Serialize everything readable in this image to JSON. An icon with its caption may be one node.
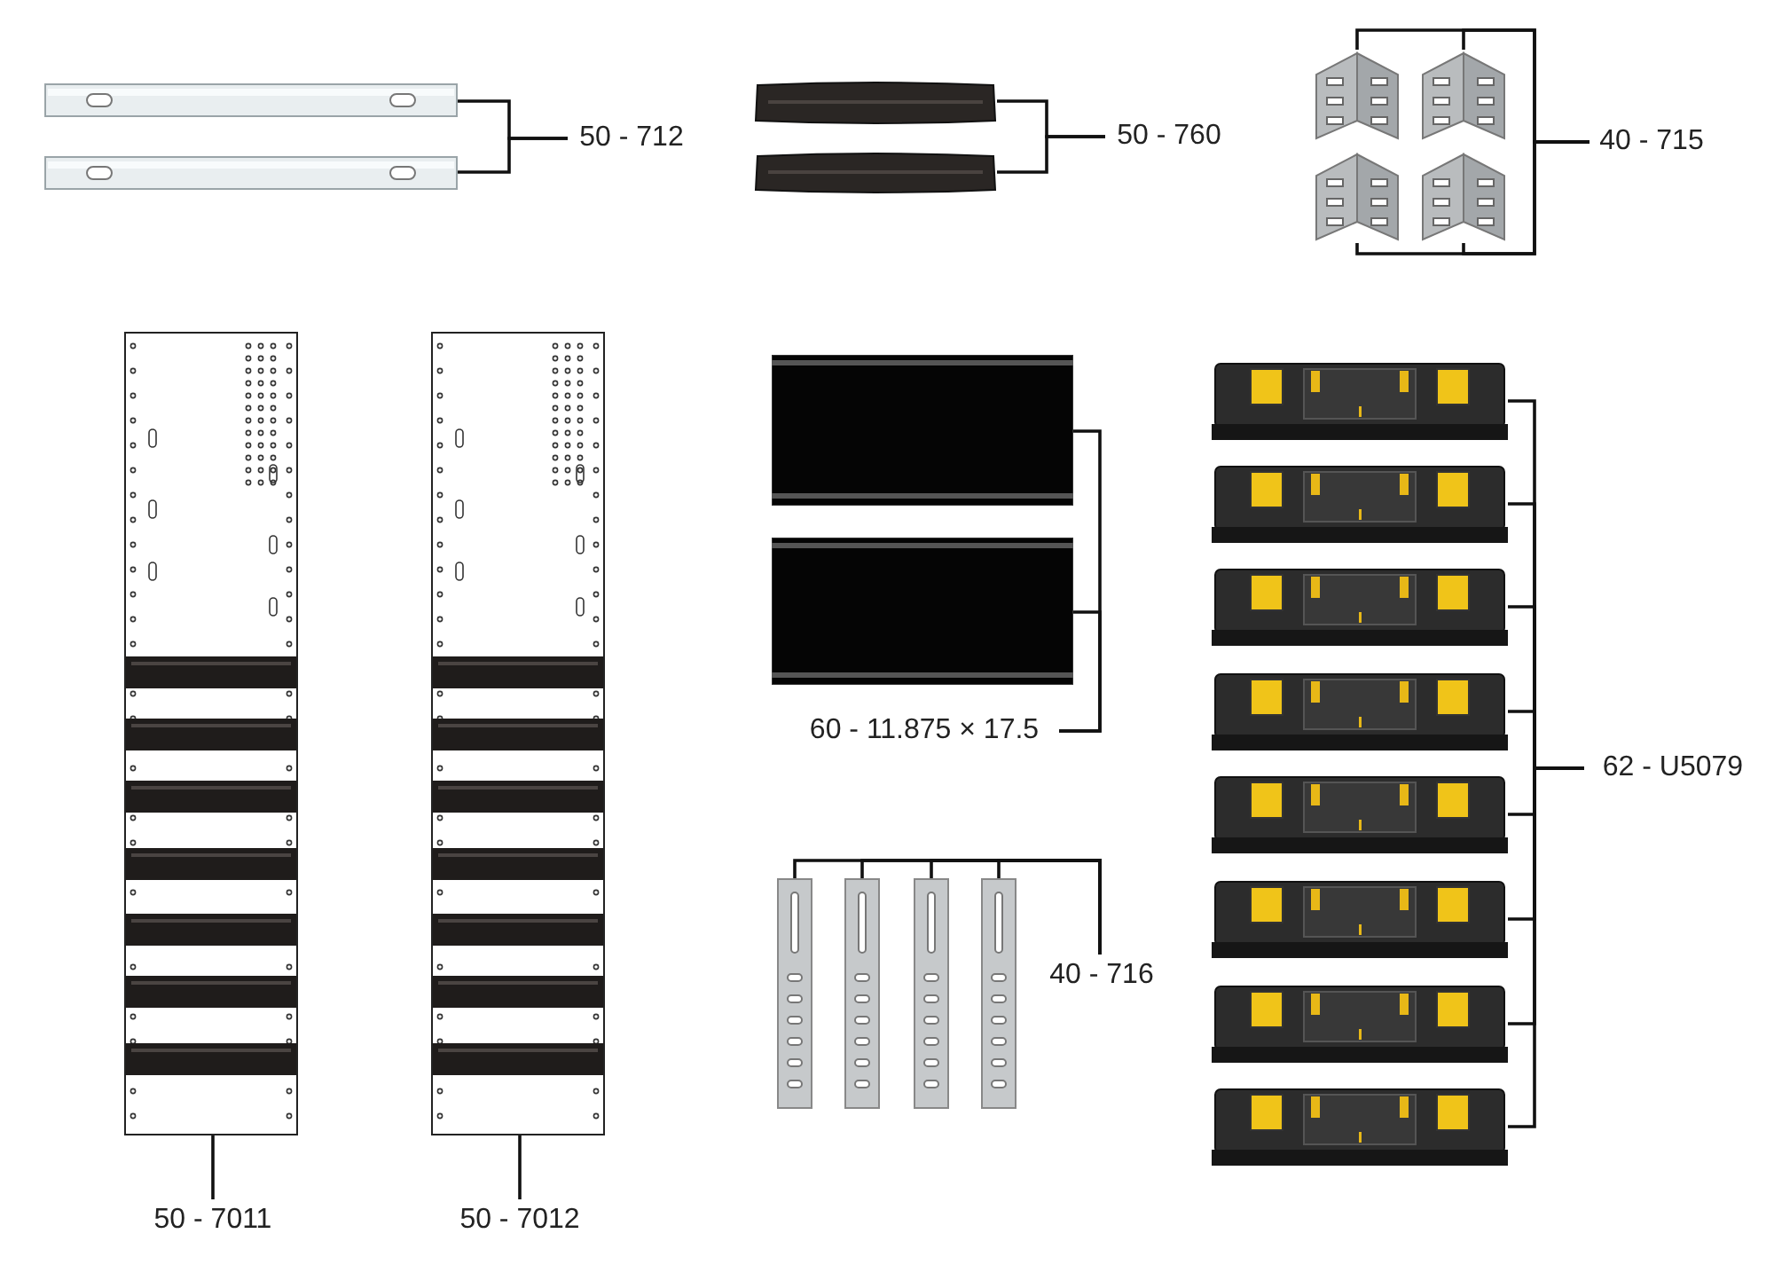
{
  "diagram": {
    "nodes": [
      {
        "text": [
          "50 - 712"
        ]
      },
      {
        "text": [],
        "shape": "bar"
      },
      {
        "text": [],
        "shape": "bar"
      },
      {
        "text": [
          "50 - 760"
        ]
      },
      {
        "text": [],
        "shape": "bar"
      },
      {
        "text": [],
        "shape": "bar"
      },
      {
        "text": [
          "40 - 715"
        ]
      },
      {
        "text": [],
        "shape": "picture"
      },
      {
        "text": [],
        "shape": "picture"
      },
      {
        "text": [],
        "shape": "picture"
      },
      {
        "text": [],
        "shape": "picture"
      },
      {
        "text": [],
        "shape": "picture"
      },
      {
        "text": [],
        "shape": "picture"
      },
      {
        "text": [
          "50 - 7011"
        ]
      },
      {
        "text": [
          "50 - 7012"
        ]
      },
      {
        "text": [],
        "shape": "box"
      },
      {
        "text": [],
        "shape": "box"
      },
      {
        "text": [
          "60 - 11.875 × 17.5"
        ]
      },
      {
        "text": [],
        "shape": "bar"
      },
      {
        "text": [],
        "shape": "bar"
      },
      {
        "text": [],
        "shape": "bar"
      },
      {
        "text": [],
        "shape": "bar"
      },
      {
        "text": [
          "40 - 716"
        ]
      },
      {
        "text": [],
        "shape": "picture"
      },
      {
        "text": [],
        "shape": "picture"
      },
      {
        "text": [],
        "shape": "picture"
      },
      {
        "text": [],
        "shape": "picture"
      },
      {
        "text": [],
        "shape": "picture"
      },
      {
        "text": [],
        "shape": "picture"
      },
      {
        "text": [],
        "shape": "picture"
      },
      {
        "text": [],
        "shape": "picture"
      },
      {
        "text": [
          "62 - U5079"
        ]
      }
    ],
    "edges": [
      {
        "from": 0,
        "to": 1,
        "arrow": "none"
      },
      {
        "from": 0,
        "to": 2,
        "arrow": "none"
      },
      {
        "from": 3,
        "to": 4,
        "arrow": "none"
      },
      {
        "from": 3,
        "to": 5,
        "arrow": "none"
      },
      {
        "from": 6,
        "to": 7,
        "arrow": "none"
      },
      {
        "from": 6,
        "to": 8,
        "arrow": "none"
      },
      {
        "from": 6,
        "to": 9,
        "arrow": "none"
      },
      {
        "from": 6,
        "to": 10,
        "arrow": "none"
      },
      {
        "from": 13,
        "to": 11,
        "arrow": "none"
      },
      {
        "from": 14,
        "to": 12,
        "arrow": "none"
      },
      {
        "from": 17,
        "to": 15,
        "arrow": "none"
      },
      {
        "from": 17,
        "to": 16,
        "arrow": "none"
      },
      {
        "from": 22,
        "to": 18,
        "arrow": "none"
      },
      {
        "from": 22,
        "to": 19,
        "arrow": "none"
      },
      {
        "from": 22,
        "to": 20,
        "arrow": "none"
      },
      {
        "from": 22,
        "to": 21,
        "arrow": "none"
      },
      {
        "from": 31,
        "to": 23,
        "arrow": "none"
      },
      {
        "from": 31,
        "to": 24,
        "arrow": "none"
      },
      {
        "from": 31,
        "to": 25,
        "arrow": "none"
      },
      {
        "from": 31,
        "to": 26,
        "arrow": "none"
      },
      {
        "from": 31,
        "to": 27,
        "arrow": "none"
      },
      {
        "from": 31,
        "to": 28,
        "arrow": "none"
      },
      {
        "from": 31,
        "to": 29,
        "arrow": "none"
      },
      {
        "from": 31,
        "to": 30,
        "arrow": "none"
      }
    ]
  }
}
